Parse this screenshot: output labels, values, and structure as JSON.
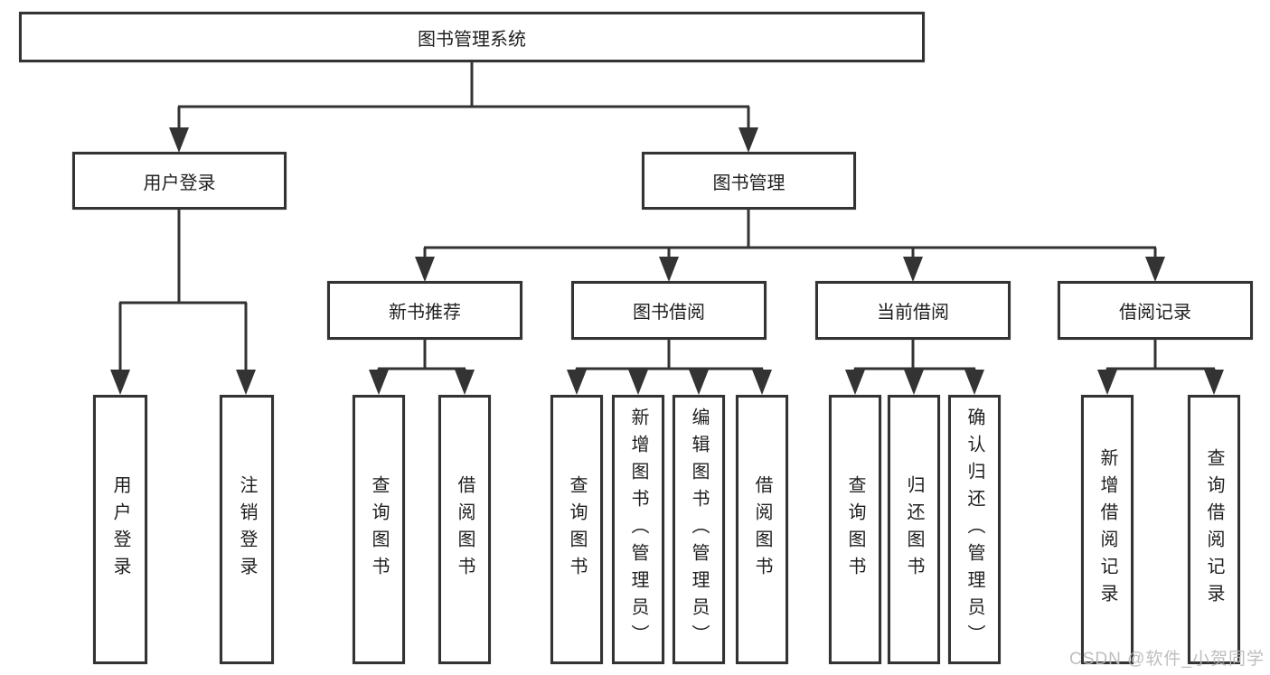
{
  "tree": {
    "label": "图书管理系统",
    "children": [
      {
        "label": "用户登录",
        "children": [
          {
            "label": "用户登录"
          },
          {
            "label": "注销登录"
          }
        ]
      },
      {
        "label": "图书管理",
        "children": [
          {
            "label": "新书推荐",
            "children": [
              {
                "label": "查询图书"
              },
              {
                "label": "借阅图书"
              }
            ]
          },
          {
            "label": "图书借阅",
            "children": [
              {
                "label": "查询图书"
              },
              {
                "label": "新增图书（管理员）"
              },
              {
                "label": "编辑图书（管理员）"
              },
              {
                "label": "借阅图书"
              }
            ]
          },
          {
            "label": "当前借阅",
            "children": [
              {
                "label": "查询图书"
              },
              {
                "label": "归还图书"
              },
              {
                "label": "确认归还（管理员）"
              }
            ]
          },
          {
            "label": "借阅记录",
            "children": [
              {
                "label": "新增借阅记录"
              },
              {
                "label": "查询借阅记录"
              }
            ]
          }
        ]
      }
    ]
  },
  "watermark": {
    "text": "CSDN @软件_小贺同学"
  },
  "colors": {
    "line": "#333333",
    "box_border": "#333333",
    "text": "#1f1f1f",
    "watermark": "#b9b9b9",
    "background": "#ffffff"
  }
}
